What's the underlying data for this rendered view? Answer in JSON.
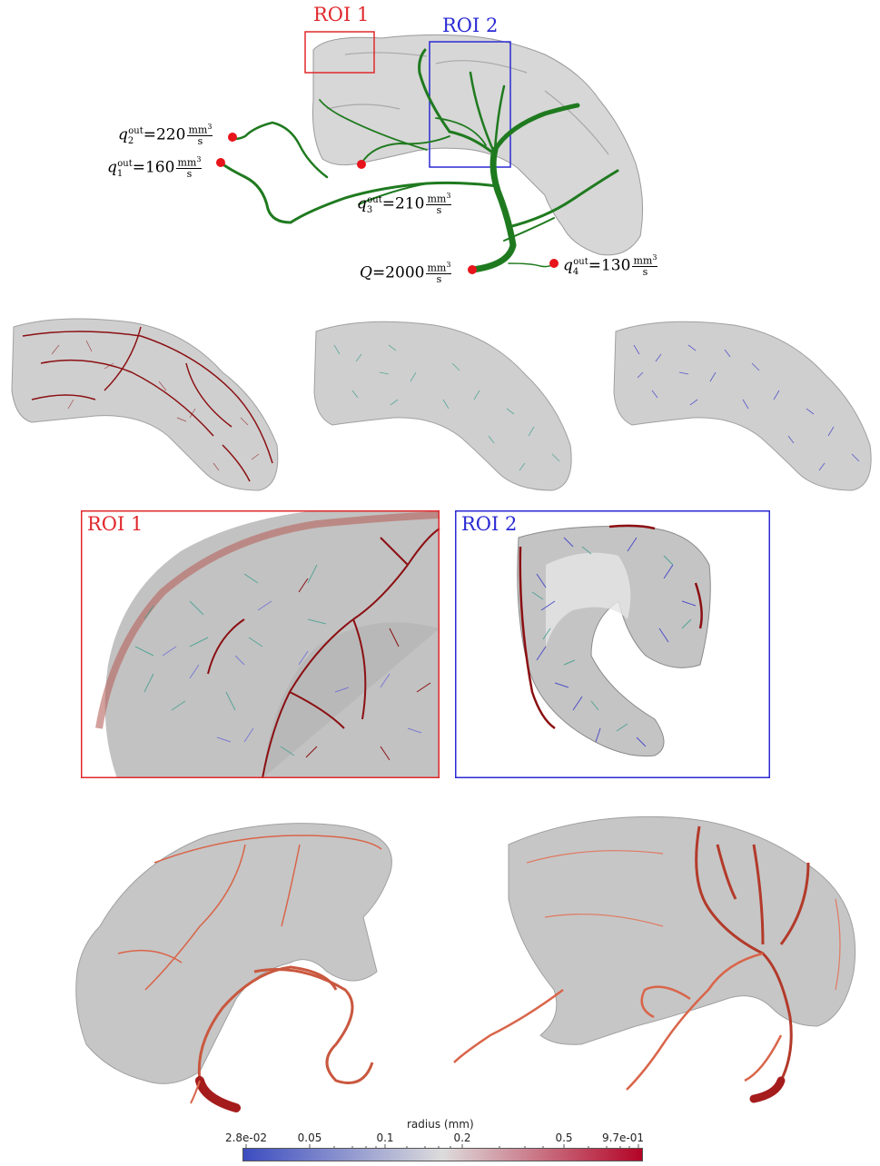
{
  "roi_labels": {
    "roi1": "ROI 1",
    "roi2": "ROI 2",
    "zoom_roi1": "ROI 1",
    "zoom_roi2": "ROI 2"
  },
  "flow_labels": {
    "q2": {
      "symbol": "q",
      "sub": "2",
      "sup": "out",
      "value": "=220",
      "num": "mm",
      "num_exp": "3",
      "den": "s"
    },
    "q1": {
      "symbol": "q",
      "sub": "1",
      "sup": "out",
      "value": "=160",
      "num": "mm",
      "num_exp": "3",
      "den": "s"
    },
    "q3": {
      "symbol": "q",
      "sub": "3",
      "sup": "out",
      "value": "=210",
      "num": "mm",
      "num_exp": "3",
      "den": "s"
    },
    "q4": {
      "symbol": "q",
      "sub": "4",
      "sup": "out",
      "value": "=130",
      "num": "mm",
      "num_exp": "3",
      "den": "s"
    },
    "Q": {
      "symbol": "Q",
      "value": "=2000",
      "num": "mm",
      "num_exp": "3",
      "den": "s"
    }
  },
  "colorbar": {
    "title": "radius (mm)",
    "ticks": [
      "2.8e-02",
      "0.05",
      "0.1",
      "0.2",
      "0.5",
      "9.7e-01"
    ],
    "colors": [
      "#3b4cc0",
      "#dddcdc",
      "#b40426"
    ]
  },
  "colors": {
    "tree_green": "#1f7a1f",
    "outlet_red": "#e8141b",
    "roi1_frame": "#e0282c",
    "roi2_frame": "#2a2ad4",
    "surface_gray": "#c9c9c9",
    "vessel_dark_red": "#8b0f12",
    "vessel_teal": "#3f9e8e",
    "vessel_blue": "#3a3ac9",
    "vessel_salmon": "#d9654a"
  }
}
